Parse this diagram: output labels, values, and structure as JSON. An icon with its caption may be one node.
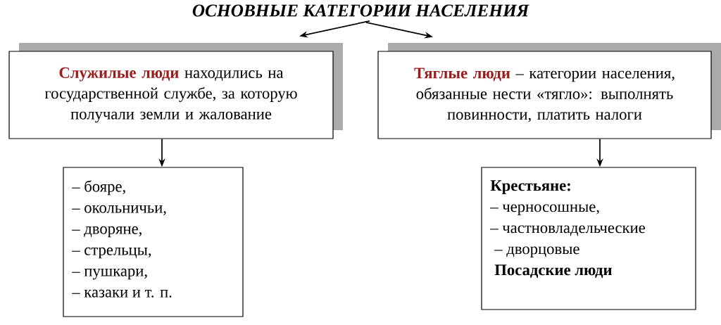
{
  "diagram": {
    "nodes": [
      {
        "text": [
          "ОСНОВНЫЕ КАТЕГОРИИ НАСЕЛЕНИЯ"
        ]
      },
      {
        "text": [
          "**Служилые люди** находились на государственной службе, за которую получали земли и жалование"
        ]
      },
      {
        "text": [
          "**Тяглые люди** – категории населения, обязанные нести «тягло»: выполнять повинности, платить налоги"
        ]
      },
      {
        "text": [
          "– бояре,",
          "– окольничьи,",
          "– дворяне,",
          "– стрельцы,",
          "– пушкари,",
          "– казаки и т. п."
        ]
      },
      {
        "text": [
          "Крестьяне:",
          "– черносошные,",
          "– частновладельческие",
          "– дворцовые",
          "Посадские люди"
        ]
      }
    ],
    "edges": [
      {
        "from": 0,
        "to": 1,
        "arrow": "to"
      },
      {
        "from": 0,
        "to": 2,
        "arrow": "to"
      },
      {
        "from": 1,
        "to": 3,
        "arrow": "to"
      },
      {
        "from": 2,
        "to": 4,
        "arrow": "to"
      }
    ]
  }
}
